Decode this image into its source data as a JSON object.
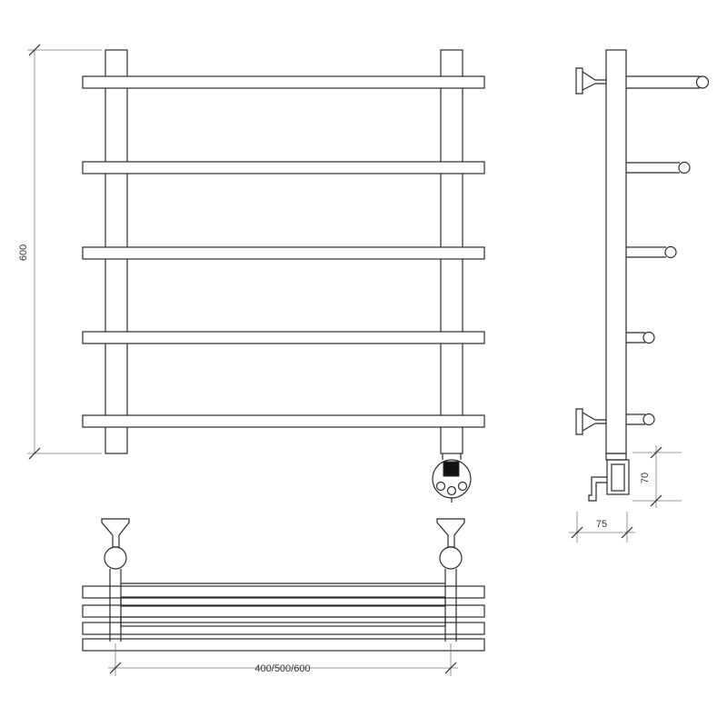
{
  "dimensions": {
    "height_label": "600",
    "width_label": "400/500/600",
    "depth_label": "75",
    "connector_height_label": "70"
  },
  "colors": {
    "line": "#2b2b2b",
    "dimension_line": "#7a7a7a",
    "control_display": "#111111"
  },
  "views": {
    "front": {
      "rungs": 5,
      "posts": 2
    },
    "side": {
      "rails": 5,
      "brackets": 2
    },
    "top": {
      "rails": 4,
      "brackets": 2
    }
  }
}
